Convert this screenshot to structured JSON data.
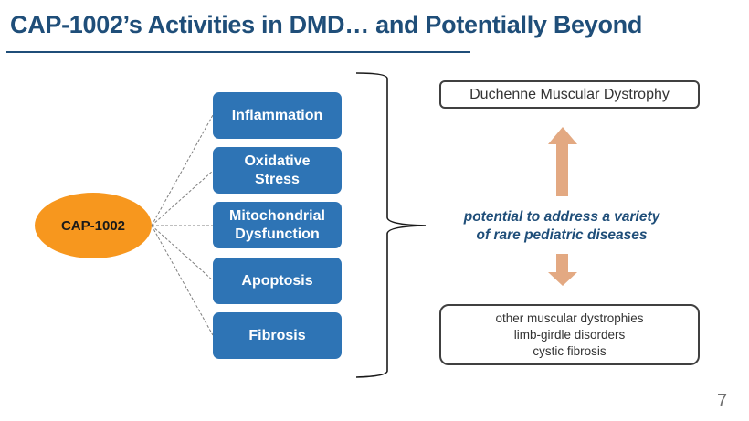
{
  "slide": {
    "title": "CAP-1002’s Activities in DMD… and Potentially Beyond",
    "page_number": "7"
  },
  "diagram": {
    "source": "CAP-1002",
    "activities": [
      {
        "line1": "Inflammation",
        "line2": ""
      },
      {
        "line1": "Oxidative",
        "line2": "Stress"
      },
      {
        "line1": "Mitochondrial",
        "line2": "Dysfunction"
      },
      {
        "line1": "Apoptosis",
        "line2": ""
      },
      {
        "line1": "Fibrosis",
        "line2": ""
      }
    ],
    "target_disease": "Duchenne Muscular Dystrophy",
    "potential_line1": "potential to address a variety",
    "potential_line2": "of rare pediatric diseases",
    "other_diseases": [
      "other muscular dystrophies",
      "limb-girdle disorders",
      "cystic fibrosis"
    ]
  },
  "colors": {
    "title": "#1f4e79",
    "source_oval": "#f7971e",
    "activity_box": "#2e74b5",
    "arrow": "#e3a982"
  }
}
